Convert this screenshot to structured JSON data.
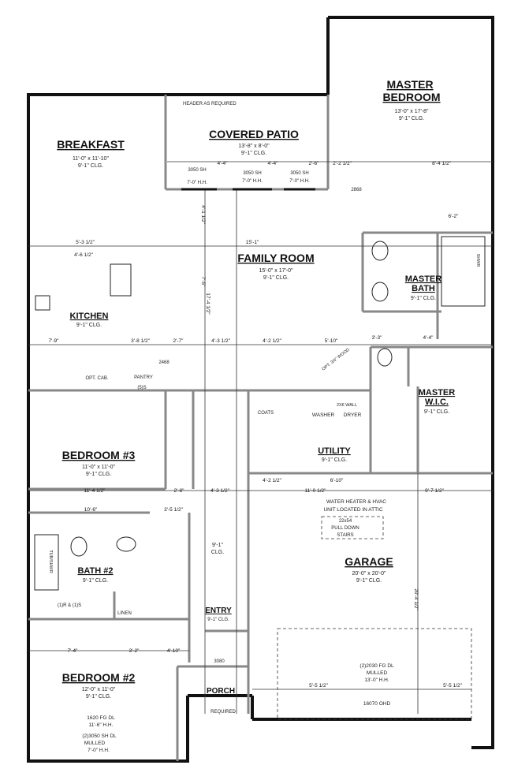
{
  "rooms": {
    "master_bedroom": {
      "name_line1": "MASTER",
      "name_line2": "BEDROOM",
      "dims": "13'-0\" x 17'-8\"",
      "ceiling": "9'-1\" CLG."
    },
    "covered_patio": {
      "name": "COVERED PATIO",
      "dims": "13'-8\" x 8'-0\"",
      "ceiling": "9'-1\" CLG."
    },
    "breakfast": {
      "name": "BREAKFAST",
      "dims": "11'-0\" x 11'-10\"",
      "ceiling": "9'-1\" CLG."
    },
    "family_room": {
      "name": "FAMILY ROOM",
      "dims": "15'-0\" x 17'-0\"",
      "ceiling": "9'-1\" CLG."
    },
    "kitchen": {
      "name": "KITCHEN",
      "ceiling": "9'-1\" CLG."
    },
    "master_bath": {
      "name_line1": "MASTER",
      "name_line2": "BATH",
      "ceiling": "9'-1\" CLG."
    },
    "master_wic": {
      "name_line1": "MASTER",
      "name_line2": "W.I.C.",
      "ceiling": "9'-1\" CLG."
    },
    "utility": {
      "name": "UTILITY",
      "ceiling": "9'-1\" CLG."
    },
    "bedroom3": {
      "name": "BEDROOM #3",
      "dims": "11'-0\" x 11'-0\"",
      "ceiling": "9'-1\" CLG."
    },
    "bath2": {
      "name": "BATH #2",
      "ceiling": "9'-1\" CLG."
    },
    "entry": {
      "name": "ENTRY",
      "ceiling": "9'-1\" CLG."
    },
    "garage": {
      "name": "GARAGE",
      "dims": "20'-0\" x 20'-0\"",
      "ceiling": "9'-1\" CLG."
    },
    "bedroom2": {
      "name": "BEDROOM #2",
      "dims": "12'-0\" x 11'-0\"",
      "ceiling": "9'-1\" CLG."
    },
    "porch": {
      "name": "PORCH"
    },
    "hall_ceiling": {
      "line1": "9'-1\"",
      "line2": "CLG."
    }
  },
  "notes": {
    "header": "HEADER AS REQUIRED",
    "windows_patio": [
      "3050 SH",
      "3050 SH",
      "3050 SH"
    ],
    "window_height": "7'-0\" H.H.",
    "wh_hvac_1": "WATER HEATER & HVAC",
    "wh_hvac_2": "UNIT LOCATED IN ATTIC",
    "pull_down_1": "22x54",
    "pull_down_2": "PULL DOWN",
    "pull_down_3": "STAIRS",
    "garage_door_1": "(2)2030 FG DL",
    "garage_door_2": "MULLED",
    "garage_door_3": "13'-0\" H.H.",
    "ohd": "16070 OHD",
    "bed2_win_1": "1620 FG DL",
    "bed2_win_2": "11'-6\" H.H.",
    "bed2_win_3": "(2)3050 SH DL",
    "bed2_win_4": "MULLED",
    "bed2_win_5": "7'-0\" H.H.",
    "required": "REQUIRED",
    "door_3080": "3080",
    "opt_wood": "OPT. 3/4\" WOOD",
    "opt_cab": "OPT. CAB.",
    "pantry": "PANTRY",
    "coats": "COATS",
    "washer": "WASHER",
    "dryer": "DRYER",
    "wall_2x6": "2X6 WALL",
    "linen": "LINEN",
    "tub_shwr": "TUB/SHWR",
    "shwr": "SHWR",
    "shelves_5": "(1)R & (1)S",
    "door_2868": "2868",
    "door_2468": "2468",
    "ss": "(5)S"
  },
  "dimensions": {
    "d_8_4": "8'-4 1/2\"",
    "d_4_4a": "4'-4\"",
    "d_4_4b": "4'-4\"",
    "d_2_6": "2'-6\"",
    "d_2_2": "2'-2 1/2\"",
    "d_5_3": "5'-3 1/2\"",
    "d_4_6": "4'-6 1/2\"",
    "d_15_1": "15'-1\"",
    "d_6_2": "6'-2\"",
    "d_7_9": "7'-9\"",
    "d_3_8": "3'-8 1/2\"",
    "d_2_7": "2'-7\"",
    "d_4_3a": "4'-3 1/2\"",
    "d_4_2a": "4'-2 1/2\"",
    "d_5_10": "5'-10\"",
    "d_3_3": "3'-3\"",
    "d_4_4c": "4'-4\"",
    "d_11_4": "11'-4 1/2\"",
    "d_2_8": "2'-8\"",
    "d_4_3b": "4'-3 1/2\"",
    "d_4_2b": "4'-2 1/2\"",
    "d_6_10": "6'-10\"",
    "d_11_0": "11'-0 1/2\"",
    "d_9_7": "9'-7 1/2\"",
    "d_10_6": "10'-6\"",
    "d_3_5": "3'-5 1/2\"",
    "d_7_4": "7'-4\"",
    "d_3_2": "3'-2\"",
    "d_4_10": "4'-10\"",
    "d_5_5": "5'-5 1/2\"",
    "d_5_5b": "5'-5 1/2\"",
    "d_17_4": "17'-4 1/2\"",
    "d_20_4": "20'-4 1/2\"",
    "d_4_1": "4'-1 1/2\"",
    "d_7_5": "7'-5\""
  }
}
